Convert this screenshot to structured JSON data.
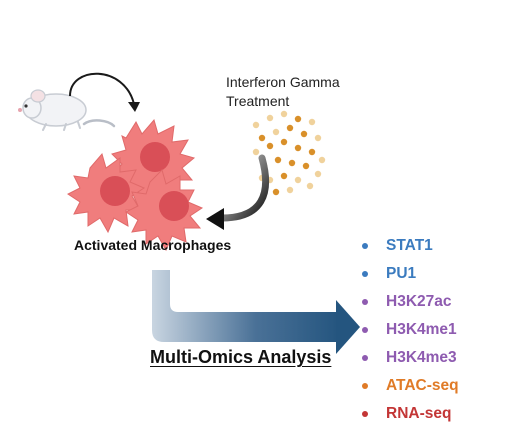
{
  "treatment": {
    "line1": "Interferon Gamma",
    "line2": "Treatment"
  },
  "cells": {
    "label": "Activated Macrophages"
  },
  "analysis": {
    "title": "Multi-Omics Analysis"
  },
  "omics": [
    {
      "label": "STAT1",
      "color": "#3b7bbf"
    },
    {
      "label": "PU1",
      "color": "#3b7bbf"
    },
    {
      "label": "H3K27ac",
      "color": "#8e5bb0"
    },
    {
      "label": "H3K4me1",
      "color": "#8e5bb0"
    },
    {
      "label": "H3K4me3",
      "color": "#8e5bb0"
    },
    {
      "label": "ATAC-seq",
      "color": "#e07b27"
    },
    {
      "label": "RNA-seq",
      "color": "#c33636"
    }
  ],
  "icons": {
    "mouse": "mouse-icon",
    "macrophage": "macrophage-cell-icon",
    "cytokine": "cytokine-particles-icon",
    "arrow": "arrow-icon"
  },
  "colors": {
    "cell_body": "#f07d7d",
    "cell_nucleus": "#d94f57",
    "particle_light": "#f0d29c",
    "particle_dark": "#d9902a",
    "arrow_dark": "#24557f",
    "arrow_light": "#e9eef4"
  }
}
